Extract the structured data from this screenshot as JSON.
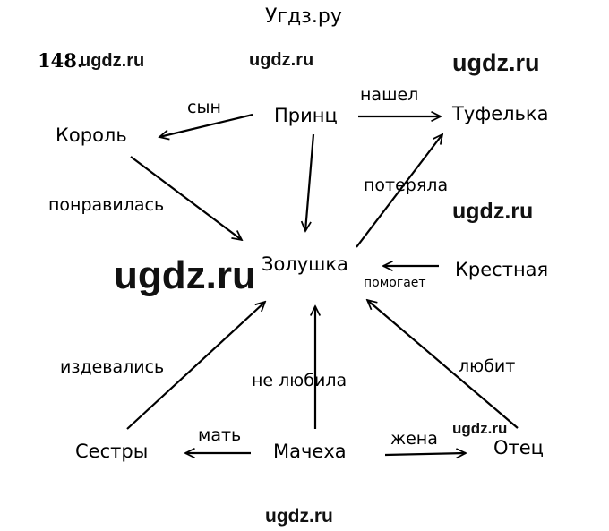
{
  "header": {
    "site_title": "Угдз.ру",
    "exercise_number": "148."
  },
  "watermark": "ugdz.ru",
  "nodes": {
    "prince": "Принц",
    "king": "Король",
    "slipper": "Туфелька",
    "cinderella": "Золушка",
    "godmother": "Крестная",
    "sisters": "Сестры",
    "stepmother": "Мачеха",
    "father": "Отец"
  },
  "edge_labels": {
    "son": "сын",
    "found": "нашел",
    "liked": "понравилась",
    "lost": "потеряла",
    "helps": "помогает",
    "mocked": "издевались",
    "disliked": "не любила",
    "loves": "любит",
    "mother": "мать",
    "wife": "жена"
  }
}
